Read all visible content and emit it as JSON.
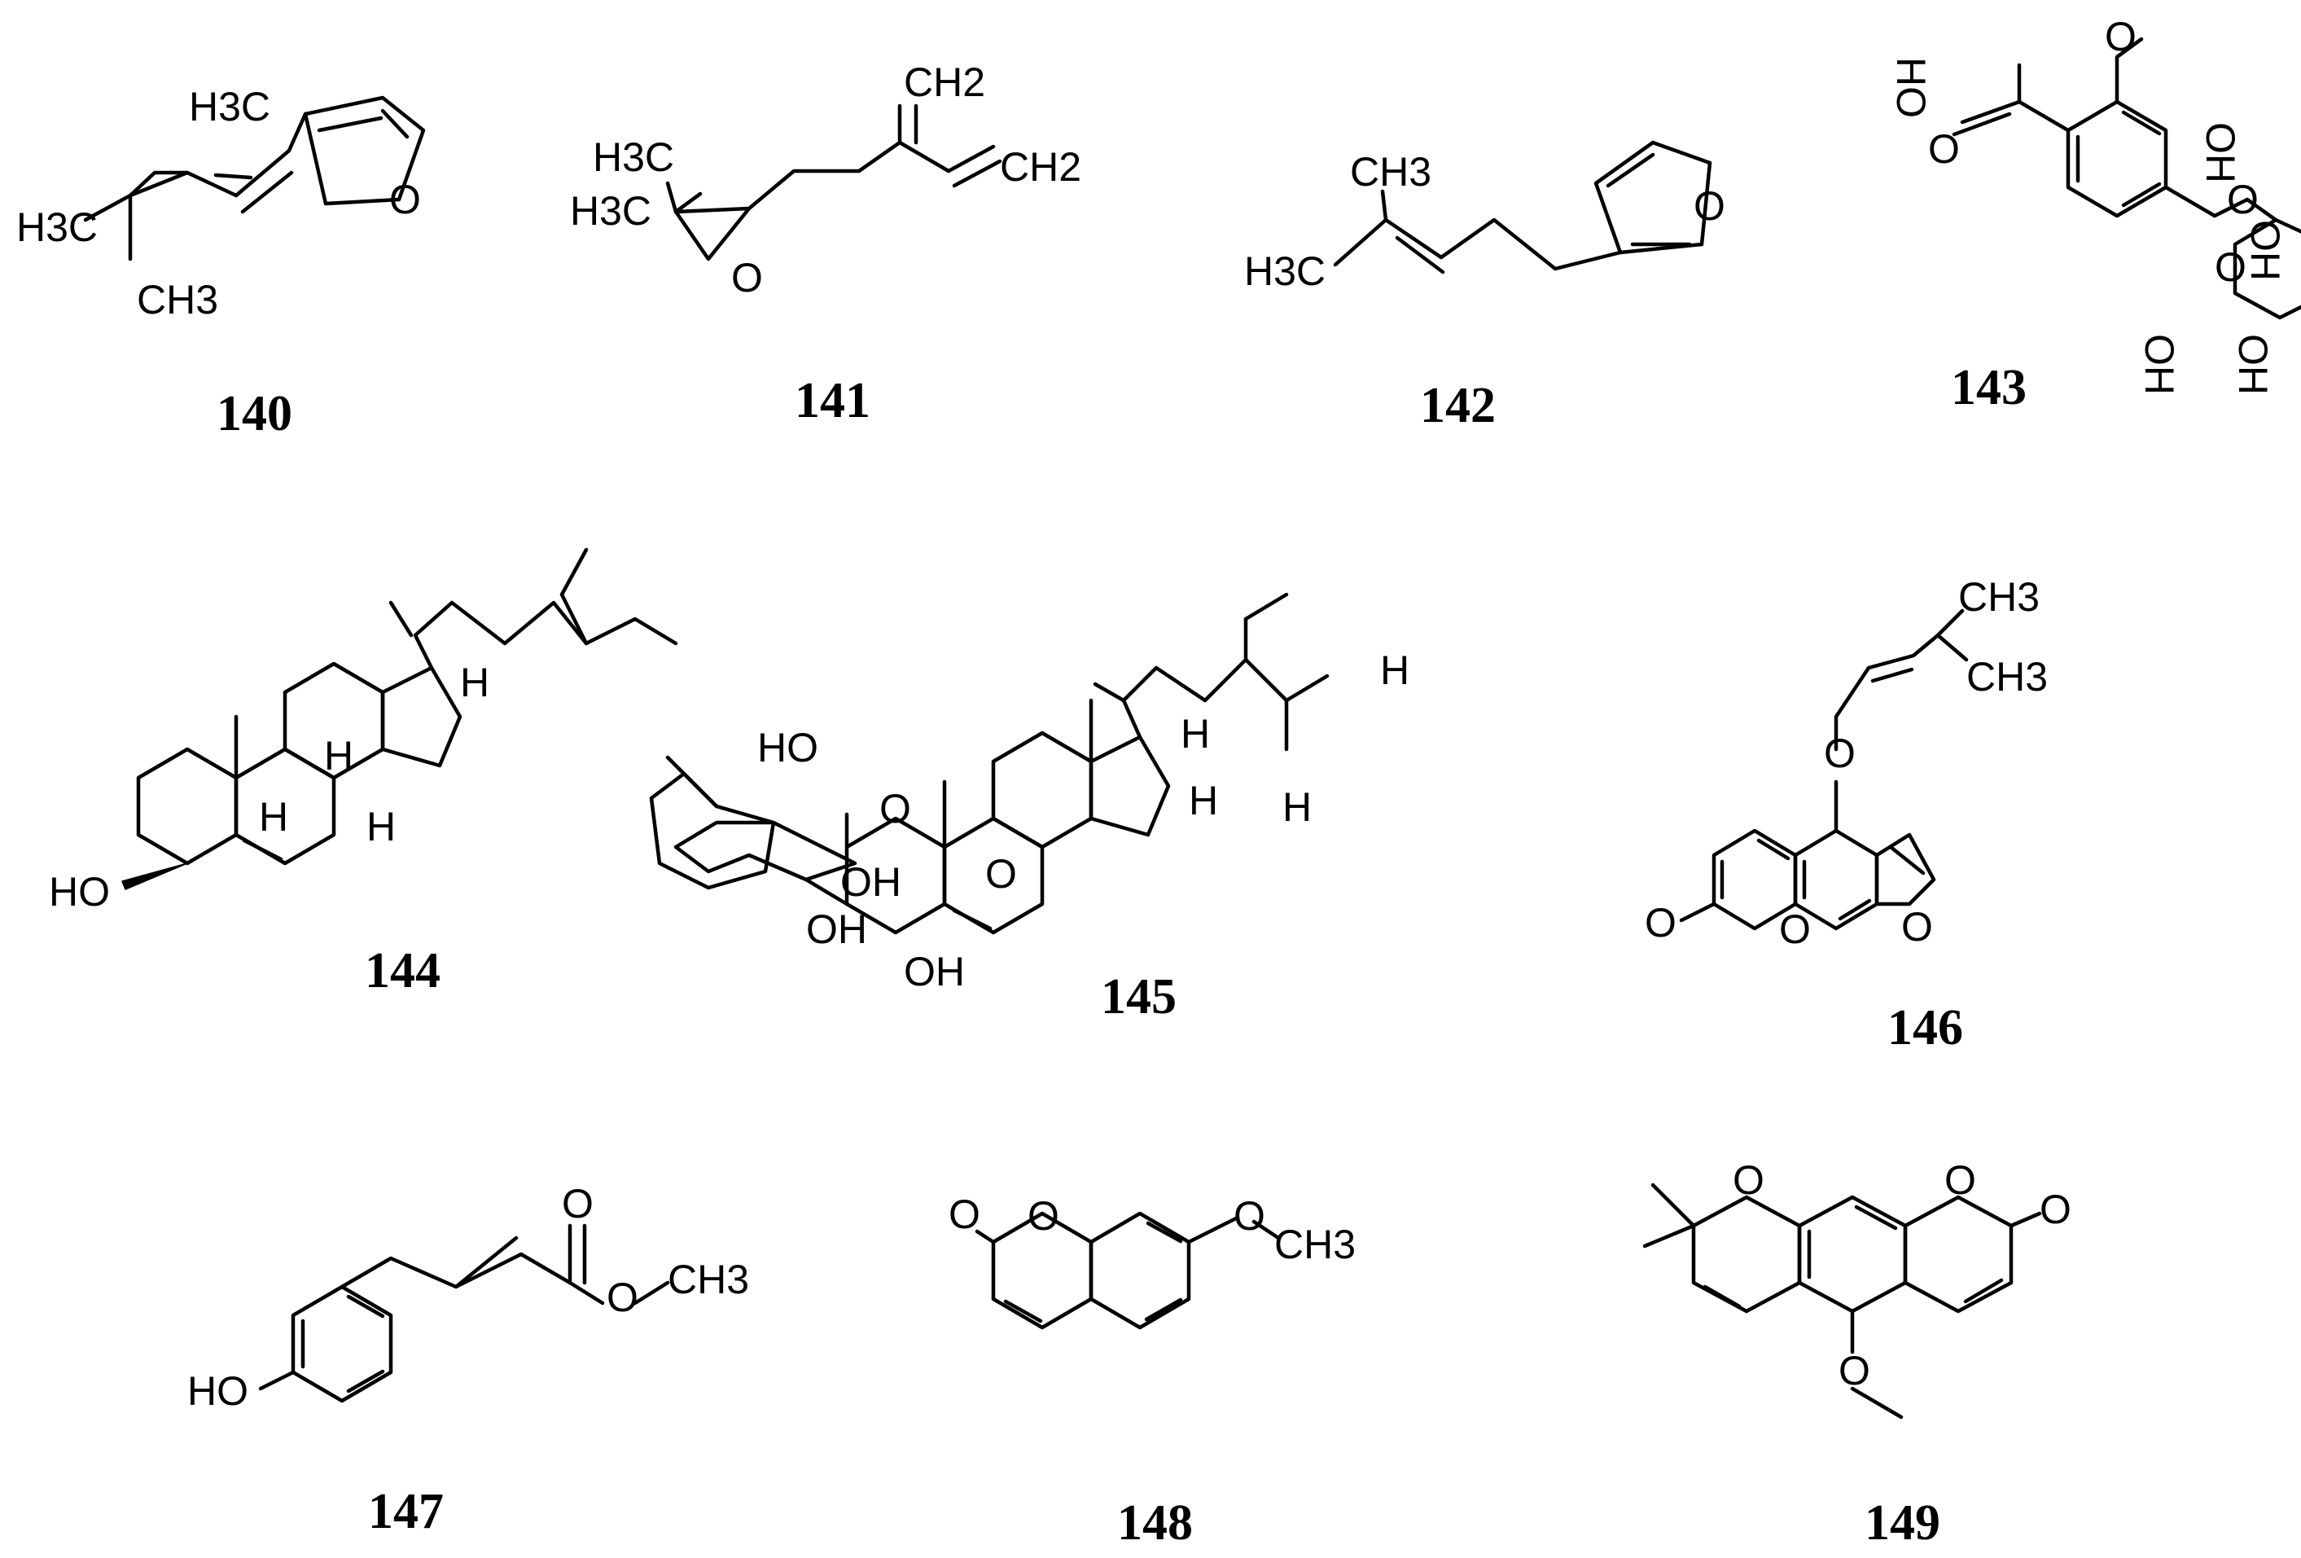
{
  "compounds": [
    {
      "number": "140",
      "labels": {
        "ch3_top": "H3C",
        "h3c_left": "H3C",
        "ch3_bottom": "CH3",
        "o": "O"
      }
    },
    {
      "number": "141",
      "labels": {
        "ch2_top": "CH2",
        "ch2_right": "CH2",
        "h3c_a": "H3C",
        "h3c_b": "H3C",
        "o": "O"
      }
    },
    {
      "number": "142",
      "labels": {
        "ch3": "CH3",
        "h3c": "H3C",
        "o": "O"
      }
    },
    {
      "number": "143",
      "labels": {
        "ho_acid": "HO",
        "o_acid": "O",
        "o_methoxy": "O",
        "o_link": "O",
        "o_ring": "O",
        "oh_1": "OH",
        "oh_2": "OH",
        "oh_3": "OH",
        "oh_4": "OH"
      }
    },
    {
      "number": "144",
      "labels": {
        "ho": "HO",
        "h_1": "H",
        "h_2": "H",
        "h_3": "H",
        "h_4": "H"
      }
    },
    {
      "number": "145",
      "labels": {
        "ho": "HO",
        "o_ring": "O",
        "o_link": "O",
        "oh_1": "OH",
        "oh_2": "OH",
        "oh_3": "OH",
        "h_1": "H",
        "h_2": "H",
        "h_3": "H",
        "h_4": "H"
      }
    },
    {
      "number": "146",
      "labels": {
        "ch3_a": "CH3",
        "ch3_b": "CH3",
        "o_ether": "O",
        "o_carbonyl": "O",
        "o_ring": "O",
        "o_furan": "O"
      }
    },
    {
      "number": "147",
      "labels": {
        "o_carbonyl": "O",
        "o_ester": "O",
        "ch3": "CH3",
        "ho": "HO"
      }
    },
    {
      "number": "148",
      "labels": {
        "o_carbonyl": "O",
        "o_ring": "O",
        "o_methoxy": "O",
        "ch3": "CH3"
      }
    },
    {
      "number": "149",
      "labels": {
        "o_pyran": "O",
        "o_lactone": "O",
        "o_carbonyl": "O",
        "o_methoxy": "O"
      }
    }
  ]
}
